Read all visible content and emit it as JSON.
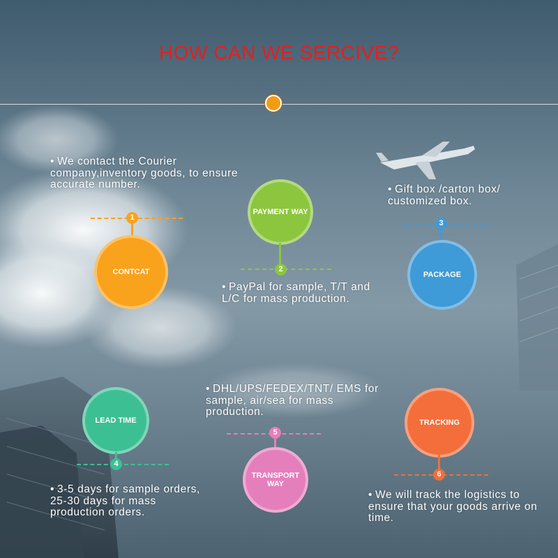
{
  "title": "HOW CAN WE SERCIVE?",
  "colors": {
    "title": "#e41f1f",
    "accent_dot": "#f39c12",
    "step1": "#f9a21c",
    "step2": "#8cc63e",
    "step3": "#3f9ad8",
    "step4": "#3dbf94",
    "step5": "#e57fbc",
    "step6": "#f36e3b"
  },
  "bullet": "•",
  "steps": [
    {
      "number": "1",
      "label": "CONTCAT",
      "description": "We contact the Courier company,inventory goods, to ensure accurate number."
    },
    {
      "number": "2",
      "label": "PAYMENT WAY",
      "description": "PayPal for sample, T/T and L/C for mass production."
    },
    {
      "number": "3",
      "label": "PACKAGE",
      "description": "Gift box /carton box/ customized box."
    },
    {
      "number": "4",
      "label": "LEAD TIME",
      "description": "3-5 days for sample orders, 25-30 days for mass production orders."
    },
    {
      "number": "5",
      "label": "TRANSPORT WAY",
      "description": "DHL/UPS/FEDEX/TNT/ EMS for sample, air/sea for mass production."
    },
    {
      "number": "6",
      "label": "TRACKING",
      "description": "We will track the logistics to ensure that your goods arrive on time."
    }
  ]
}
